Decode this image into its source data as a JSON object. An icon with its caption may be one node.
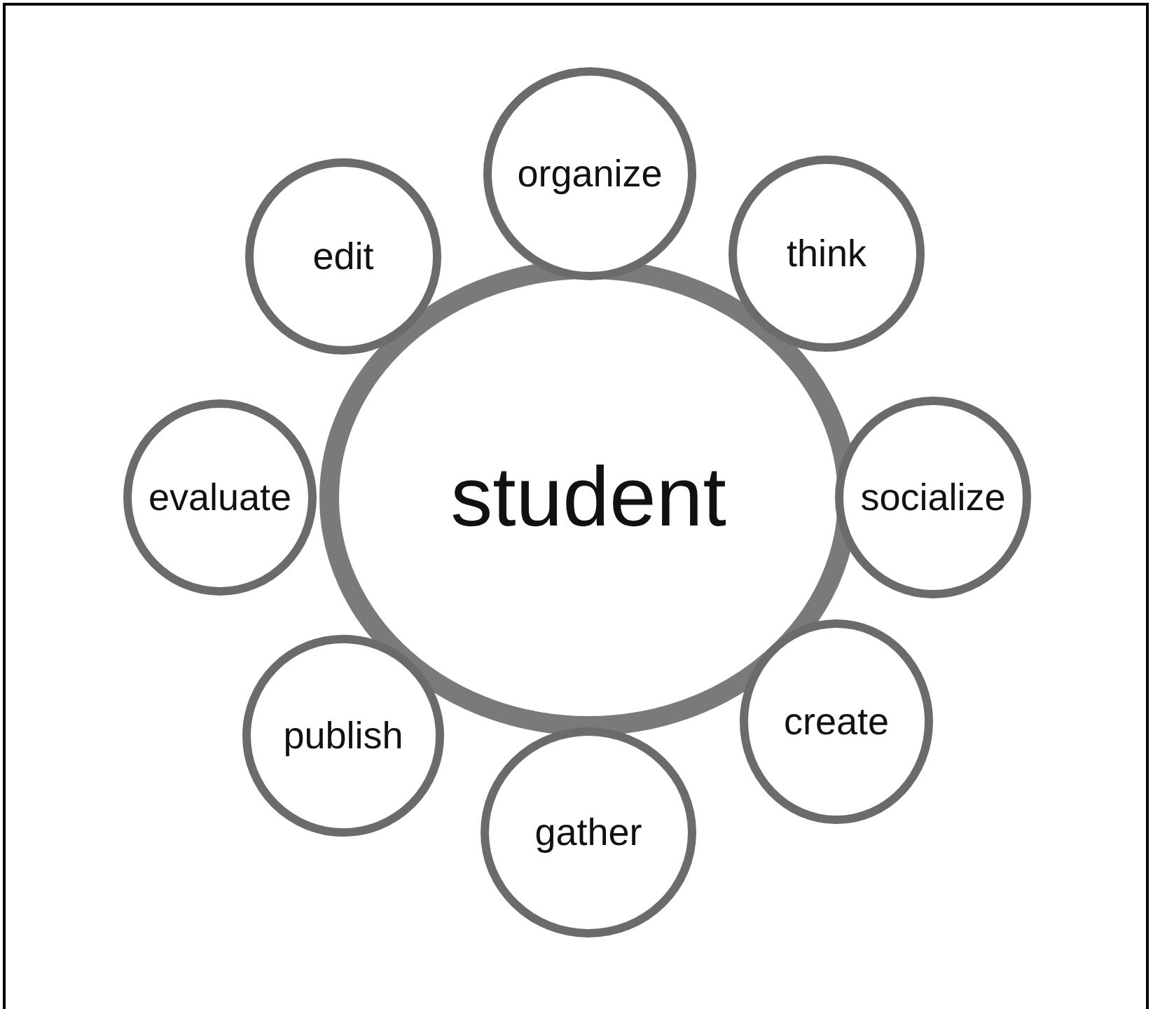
{
  "diagram": {
    "nodes": [
      {
        "text": [
          "student"
        ]
      },
      {
        "text": [
          "organize"
        ]
      },
      {
        "text": [
          "think"
        ]
      },
      {
        "text": [
          "socialize"
        ]
      },
      {
        "text": [
          "create"
        ]
      },
      {
        "text": [
          "gather"
        ]
      },
      {
        "text": [
          "publish"
        ]
      },
      {
        "text": [
          "evaluate"
        ]
      },
      {
        "text": [
          "edit"
        ]
      }
    ]
  }
}
